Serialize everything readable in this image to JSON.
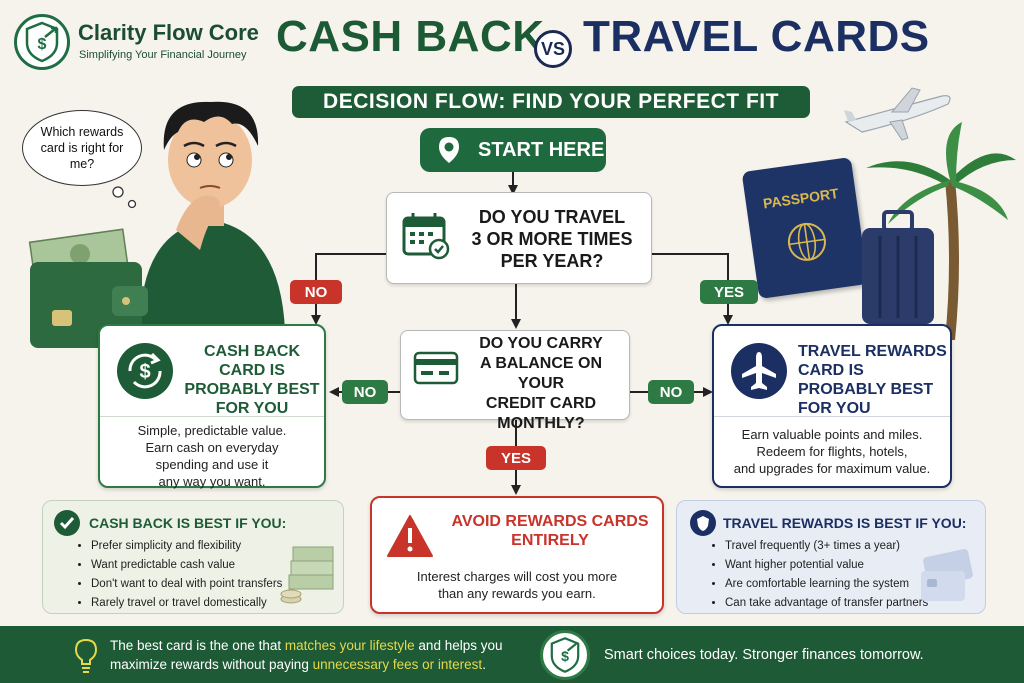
{
  "brand": {
    "name": "Clarity Flow Core",
    "tagline": "Simplifying Your Financial Journey"
  },
  "title": {
    "left": "CASH BACK",
    "vs": "VS",
    "right": "TRAVEL CARDS"
  },
  "subtitle": "DECISION FLOW: FIND YOUR PERFECT FIT",
  "thought_bubble": "Which rewards card is right for me?",
  "start": {
    "label": "START HERE"
  },
  "question1": {
    "line1": "DO YOU TRAVEL",
    "line2": "3 OR MORE TIMES",
    "line3": "PER YEAR?"
  },
  "question2": {
    "line1": "DO YOU CARRY",
    "line2": "A BALANCE ON YOUR",
    "line3": "CREDIT CARD",
    "line4": "MONTHLY?"
  },
  "edges": {
    "no_left": "NO",
    "yes_right": "YES",
    "no_q2_left": "NO",
    "no_q2_right": "NO",
    "yes_down": "YES"
  },
  "passport_label": "PASSPORT",
  "cash_back_result": {
    "title_l1": "CASH BACK",
    "title_l2": "CARD IS",
    "title_l3": "PROBABLY BEST",
    "title_l4": "FOR YOU",
    "desc_l1": "Simple, predictable value.",
    "desc_l2": "Earn cash on everyday",
    "desc_l3": "spending and use it",
    "desc_l4": "any way you want."
  },
  "travel_result": {
    "title_l1": "TRAVEL REWARDS",
    "title_l2": "CARD IS",
    "title_l3": "PROBABLY BEST",
    "title_l4": "FOR YOU",
    "desc_l1": "Earn valuable points and miles.",
    "desc_l2": "Redeem for flights, hotels,",
    "desc_l3": "and upgrades for maximum value."
  },
  "avoid_result": {
    "title_l1": "AVOID REWARDS CARDS",
    "title_l2": "ENTIRELY",
    "desc_l1": "Interest charges will cost you more",
    "desc_l2": "than any rewards you earn."
  },
  "cash_back_best": {
    "title": "CASH BACK IS BEST IF YOU:",
    "items": [
      "Prefer simplicity and flexibility",
      "Want predictable cash value",
      "Don't want to deal with point transfers",
      "Rarely travel or travel domestically"
    ]
  },
  "travel_best": {
    "title": "TRAVEL REWARDS IS BEST IF YOU:",
    "items": [
      "Travel frequently (3+ times a year)",
      "Want higher potential value",
      "Are comfortable learning the system",
      "Can take advantage of transfer partners"
    ]
  },
  "footer": {
    "text_a": "The best card is the one that ",
    "hl1": "matches your lifestyle",
    "text_b": " and helps you maximize rewards without paying ",
    "hl2": "unnecessary fees or interest",
    "text_c": ".",
    "right": "Smart choices today. Stronger finances tomorrow."
  },
  "colors": {
    "green": "#1e5c37",
    "navy": "#1c2f63",
    "red": "#c8332a",
    "cream": "#f6f3ec"
  },
  "icons": [
    "logo-icon",
    "location-pin-icon",
    "calendar-icon",
    "credit-card-icon",
    "dollar-refresh-icon",
    "airplane-icon",
    "alert-triangle-icon",
    "checkmark-icon",
    "shield-icon",
    "lightbulb-icon",
    "passport-icon",
    "suitcase-icon",
    "palm-tree-icon",
    "wallet-icon"
  ]
}
